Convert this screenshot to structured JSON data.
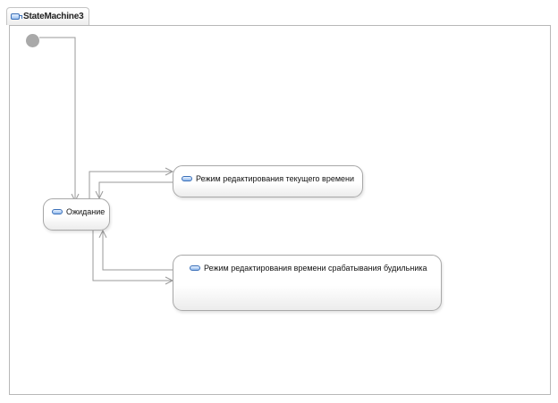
{
  "diagram": {
    "name": "StateMachine3",
    "states": {
      "waiting": {
        "label": "Ожидание"
      },
      "time_edit": {
        "label": "Режим редактирования текущего времени"
      },
      "alarm_edit": {
        "label": "Режим редактирования времени срабатывания будильника"
      }
    },
    "transitions": [
      {
        "from": "initial",
        "to": "waiting"
      },
      {
        "from": "waiting",
        "to": "time_edit"
      },
      {
        "from": "time_edit",
        "to": "waiting"
      },
      {
        "from": "waiting",
        "to": "alarm_edit"
      },
      {
        "from": "alarm_edit",
        "to": "waiting"
      }
    ]
  },
  "colors": {
    "line": "#9a9a9a",
    "state_border": "#a8a8a8",
    "initial": "#a9a9a9",
    "icon": "#3a6fb8"
  }
}
